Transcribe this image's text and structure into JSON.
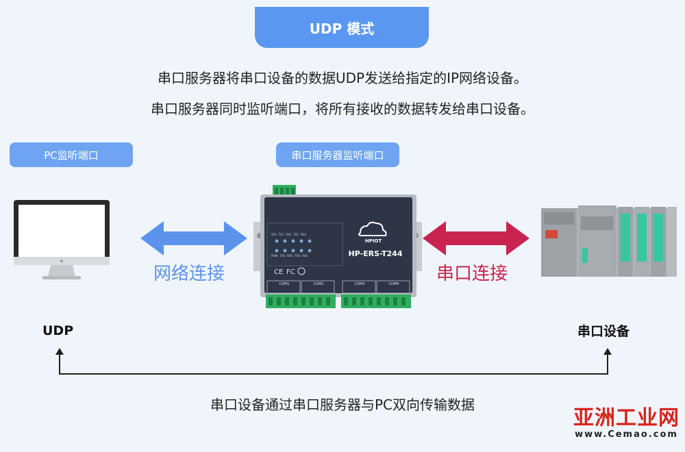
{
  "header": {
    "title": "UDP 模式"
  },
  "description": {
    "line1": "串口服务器将串口设备的数据UDP发送给指定的IP网络设备。",
    "line2": "串口服务器同时监听端口，将所有接收的数据转发给串口设备。"
  },
  "labels": {
    "pc_port": "PC监听端口",
    "server_port": "串口服务器监听端口",
    "network_link": "网络连接",
    "serial_link": "串口连接",
    "udp": "UDP",
    "serial_device": "串口设备",
    "bottom_note": "串口设备通过串口服务器与PC双向传输数据"
  },
  "device": {
    "brand": "HPIOT",
    "model": "HP-ERS-T244",
    "ports": [
      "COM1",
      "COM2",
      "COM3",
      "COM4"
    ],
    "leds": [
      "SYS",
      "TX1",
      "RX1",
      "TX2",
      "RX2",
      "POW",
      "TX3",
      "RX3",
      "TX4",
      "RX4"
    ]
  },
  "watermark": {
    "main": "亚洲工业网",
    "sub": "www.Cemao.com"
  },
  "colors": {
    "accent": "#5a97f0",
    "network_arrow": "#5b93ec",
    "serial_arrow": "#c8244f",
    "device_body": "#2d3547",
    "terminal_green": "#2fae5e"
  }
}
